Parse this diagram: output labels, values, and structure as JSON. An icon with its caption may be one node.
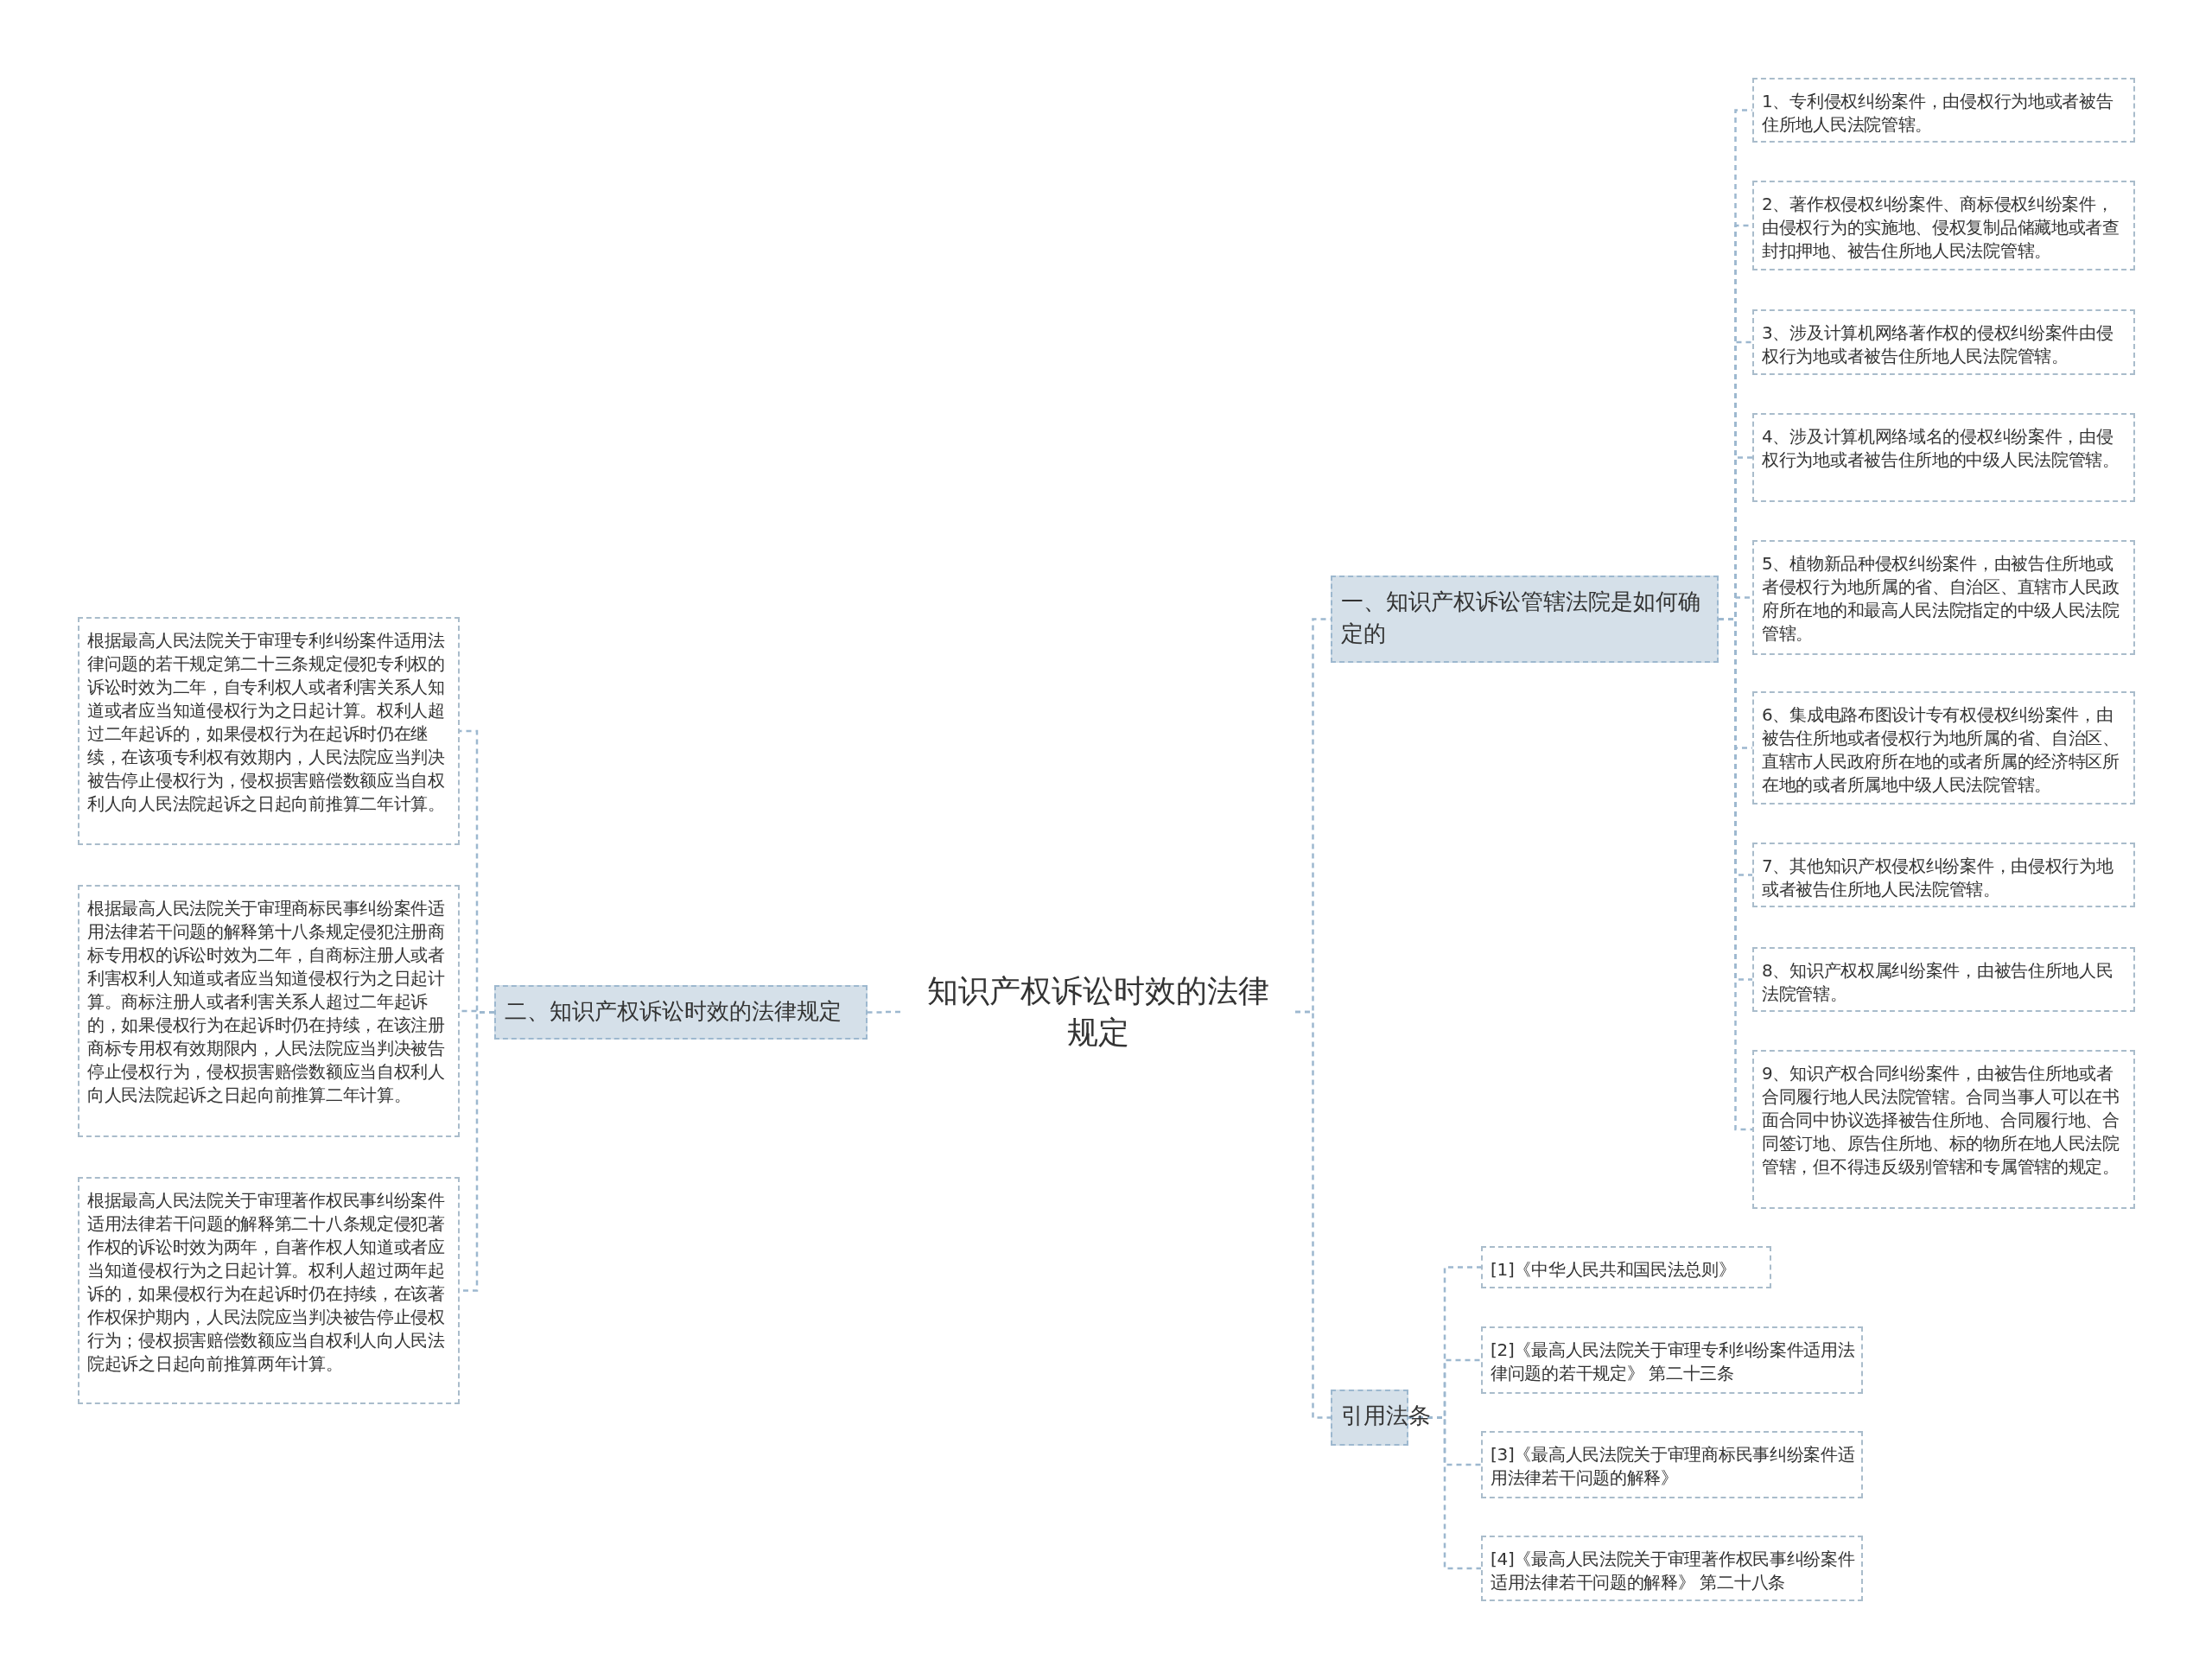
{
  "diagram": {
    "nodes": [
      {
        "text": [
          "知识产权诉讼时效的法律规定"
        ]
      },
      {
        "text": [
          "一、知识产权诉讼管辖法院是如何确定的"
        ]
      },
      {
        "text": [
          "1、专利侵权纠纷案件，由侵权行为地或者被告住所地人民法院管辖。"
        ]
      },
      {
        "text": [
          "2、著作权侵权纠纷案件、商标侵权纠纷案件，由侵权行为的实施地、侵权复制品储藏地或者查封扣押地、被告住所地人民法院管辖。"
        ]
      },
      {
        "text": [
          "3、涉及计算机网络著作权的侵权纠纷案件由侵权行为地或者被告住所地人民法院管辖。"
        ]
      },
      {
        "text": [
          "4、涉及计算机网络域名的侵权纠纷案件，由侵权行为地或者被告住所地的中级人民法院管辖。"
        ]
      },
      {
        "text": [
          "5、植物新品种侵权纠纷案件，由被告住所地或者侵权行为地所属的省、自治区、直辖市人民政府所在地的和最高人民法院指定的中级人民法院管辖。"
        ]
      },
      {
        "text": [
          "6、集成电路布图设计专有权侵权纠纷案件，由被告住所地或者侵权行为地所属的省、自治区、直辖市人民政府所在地的或者所属的经济特区所在地的或者所属地中级人民法院管辖。"
        ]
      },
      {
        "text": [
          "7、其他知识产权侵权纠纷案件，由侵权行为地或者被告住所地人民法院管辖。"
        ]
      },
      {
        "text": [
          "8、知识产权权属纠纷案件，由被告住所地人民法院管辖。"
        ]
      },
      {
        "text": [
          "9、知识产权合同纠纷案件，由被告住所地或者合同履行地人民法院管辖。合同当事人可以在书面合同中协议选择被告住所地、合同履行地、合同签订地、原告住所地、标的物所在地人民法院管辖，但不得违反级别管辖和专属管辖的规定。"
        ]
      },
      {
        "text": [
          "二、知识产权诉讼时效的法律规定"
        ]
      },
      {
        "text": [
          "根据最高人民法院关于审理专利纠纷案件适用法律问题的若干规定第二十三条规定侵犯专利权的诉讼时效为二年，自专利权人或者利害关系人知道或者应当知道侵权行为之日起计算。权利人超过二年起诉的，如果侵权行为在起诉时仍在继续，在该项专利权有效期内，人民法院应当判决被告停止侵权行为，侵权损害赔偿数额应当自权利人向人民法院起诉之日起向前推算二年计算。"
        ]
      },
      {
        "text": [
          "根据最高人民法院关于审理商标民事纠纷案件适用法律若干问题的解释第十八条规定侵犯注册商标专用权的诉讼时效为二年，自商标注册人或者利害权利人知道或者应当知道侵权行为之日起计算。商标注册人或者利害关系人超过二年起诉的，如果侵权行为在起诉时仍在持续，在该注册商标专用权有效期限内，人民法院应当判决被告停止侵权行为，侵权损害赔偿数额应当自权利人向人民法院起诉之日起向前推算二年计算。"
        ]
      },
      {
        "text": [
          "根据最高人民法院关于审理著作权民事纠纷案件适用法律若干问题的解释第二十八条规定侵犯著作权的诉讼时效为两年，自著作权人知道或者应当知道侵权行为之日起计算。权利人超过两年起诉的，如果侵权行为在起诉时仍在持续，在该著作权保护期内，人民法院应当判决被告停止侵权行为；侵权损害赔偿数额应当自权利人向人民法院起诉之日起向前推算两年计算。"
        ]
      },
      {
        "text": [
          "引用法条"
        ]
      },
      {
        "text": [
          "[1]《中华人民共和国民法总则》"
        ]
      },
      {
        "text": [
          "[2]《最高人民法院关于审理专利纠纷案件适用法律问题的若干规定》 第二十三条"
        ]
      },
      {
        "text": [
          "[3]《最高人民法院关于审理商标民事纠纷案件适用法律若干问题的解释》"
        ]
      },
      {
        "text": [
          "[4]《最高人民法院关于审理著作权民事纠纷案件适用法律若干问题的解释》 第二十八条"
        ]
      }
    ],
    "edges": [
      {
        "from": 0,
        "to": 1,
        "arrow": "none"
      },
      {
        "from": 1,
        "to": 2,
        "arrow": "none"
      },
      {
        "from": 1,
        "to": 3,
        "arrow": "none"
      },
      {
        "from": 1,
        "to": 4,
        "arrow": "none"
      },
      {
        "from": 1,
        "to": 5,
        "arrow": "none"
      },
      {
        "from": 1,
        "to": 6,
        "arrow": "none"
      },
      {
        "from": 1,
        "to": 7,
        "arrow": "none"
      },
      {
        "from": 1,
        "to": 8,
        "arrow": "none"
      },
      {
        "from": 1,
        "to": 9,
        "arrow": "none"
      },
      {
        "from": 1,
        "to": 10,
        "arrow": "none"
      },
      {
        "from": 0,
        "to": 11,
        "arrow": "none"
      },
      {
        "from": 11,
        "to": 12,
        "arrow": "none"
      },
      {
        "from": 11,
        "to": 13,
        "arrow": "none"
      },
      {
        "from": 11,
        "to": 14,
        "arrow": "none"
      },
      {
        "from": 0,
        "to": 15,
        "arrow": "none"
      },
      {
        "from": 15,
        "to": 16,
        "arrow": "none"
      },
      {
        "from": 15,
        "to": 17,
        "arrow": "none"
      },
      {
        "from": 15,
        "to": 18,
        "arrow": "none"
      },
      {
        "from": 15,
        "to": 19,
        "arrow": "none"
      }
    ]
  }
}
